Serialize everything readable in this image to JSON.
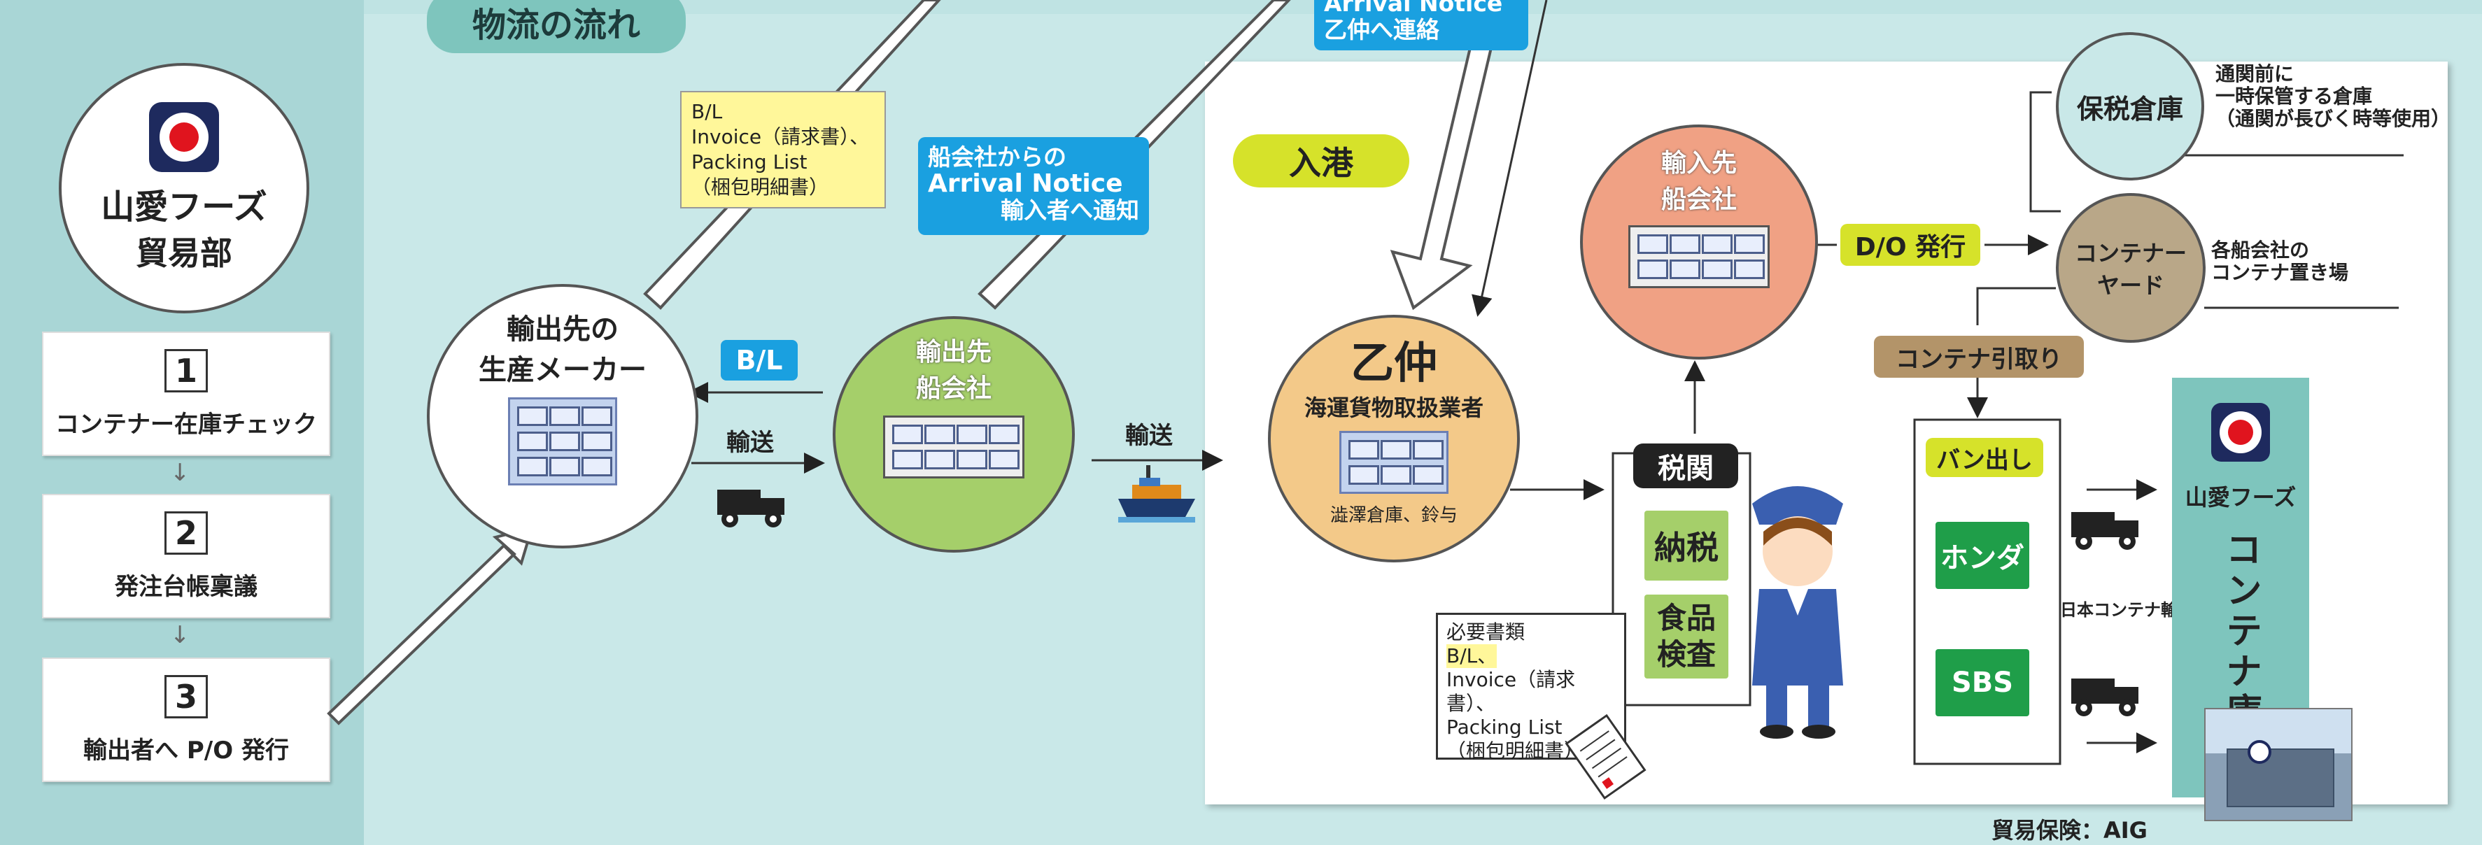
{
  "section_title": "物流の流れ",
  "left": {
    "company_name": "山愛フーズ",
    "company_dept": "貿易部",
    "steps": [
      {
        "num": "1",
        "label": "コンテナー在庫チェック"
      },
      {
        "num": "2",
        "label": "発注台帳稟議"
      },
      {
        "num": "3",
        "label": "輸出者へ P/O 発行"
      }
    ],
    "arrow": "↓"
  },
  "export_docs": {
    "line1": "B/L",
    "line2": "Invoice（請求書）、",
    "line3": "Packing List",
    "line4": "（梱包明細書）"
  },
  "maker": {
    "line1": "輸出先の",
    "line2": "生産メーカー"
  },
  "bl_tag": "B/L",
  "transport1": "輸送",
  "export_shipping": {
    "line1": "輸出先",
    "line2": "船会社"
  },
  "arrival_notice1": {
    "line1": "船会社からの",
    "line2": "Arrival Notice",
    "line3": "輸入者へ通知"
  },
  "arrival_notice2": {
    "line1": "Arrival Notice",
    "line2": "乙仲へ連絡"
  },
  "transport2": "輸送",
  "port_entry": "入港",
  "otsunaka": {
    "title": "乙仲",
    "subtitle": "海運貨物取扱業者",
    "caption": "澁澤倉庫、鈴与"
  },
  "import_shipping": {
    "line1": "輸入先",
    "line2": "船会社"
  },
  "do_issue": "D/O 発行",
  "bonded": {
    "title": "保税倉庫",
    "note1": "通関前に",
    "note2": "一時保管する倉庫",
    "note3": "（通関が長びく時等使用）"
  },
  "yard": {
    "line1": "コンテナー",
    "line2": "ヤード",
    "note1": "各船会社の",
    "note2": "コンテナ置き場"
  },
  "container_pickup": "コンテナ引取り",
  "customs": {
    "title": "税関",
    "item1": "納税",
    "item2": "食品検査"
  },
  "required_docs": {
    "line1": "必要書類",
    "line2": "B/L、",
    "line3": "Invoice（請求書）、",
    "line4": "Packing List",
    "line5": "（梱包明細書）"
  },
  "van_out": {
    "title": "バン出し",
    "company1": "ホンダ",
    "company2": "SBS"
  },
  "domestic_transport": "日本コンテナ輸送",
  "warehouse": {
    "company": "山愛フーズ",
    "label": "コンテナ庫"
  },
  "insurance": "貿易保険：AIG",
  "colors": {
    "teal_pill": "#7ec5bd",
    "blue_tag": "#1aa0e0",
    "lime_pill": "#d6e22a",
    "green_circle": "#a5cf6a",
    "orange_circle": "#f3c989",
    "salmon_circle": "#f0a184",
    "tan_circle": "#b9a788",
    "brown_pill": "#b39469",
    "green_box": "#1f9e49"
  }
}
